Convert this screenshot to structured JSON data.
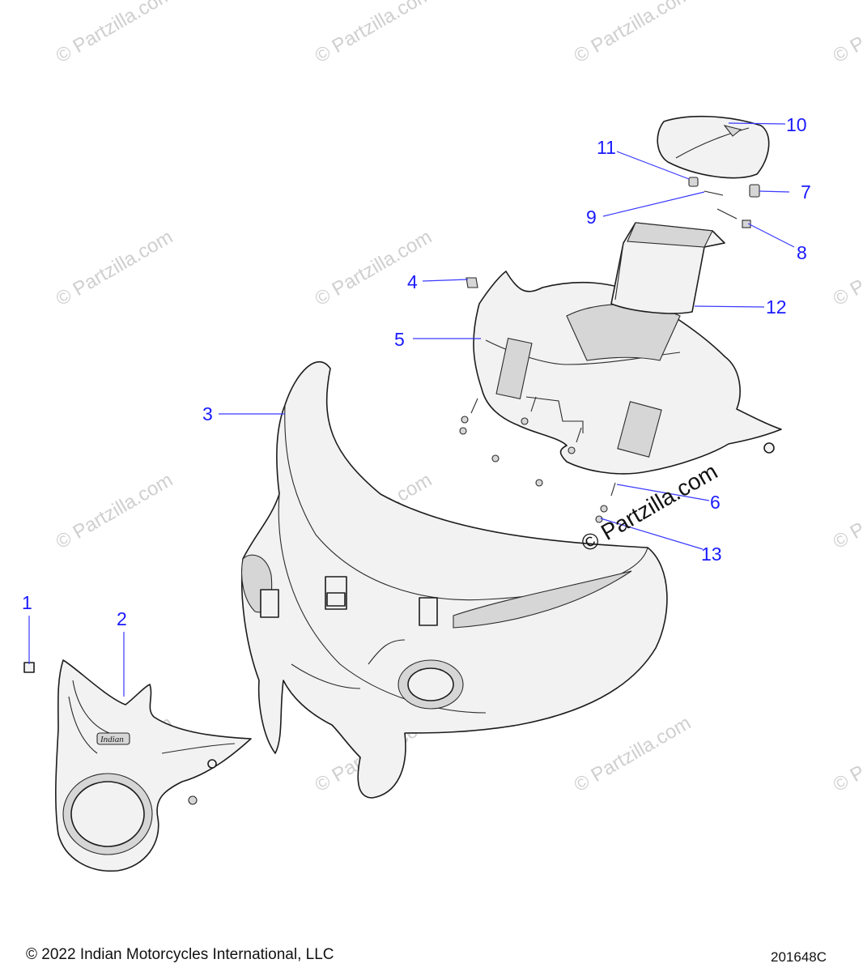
{
  "diagram": {
    "callouts": [
      "1",
      "2",
      "3",
      "4",
      "5",
      "6",
      "7",
      "8",
      "9",
      "10",
      "11",
      "12",
      "13"
    ],
    "watermark_text": "© Partzilla.com",
    "badge_text": "Indian",
    "copyright": "© 2022 Indian Motorcycles International, LLC",
    "drawing_number": "201648C",
    "colors": {
      "callout": "#1a1aff",
      "line": "#1c1c1c",
      "part_fill": "#f2f2f2",
      "watermark": "#cfcfcf"
    }
  }
}
